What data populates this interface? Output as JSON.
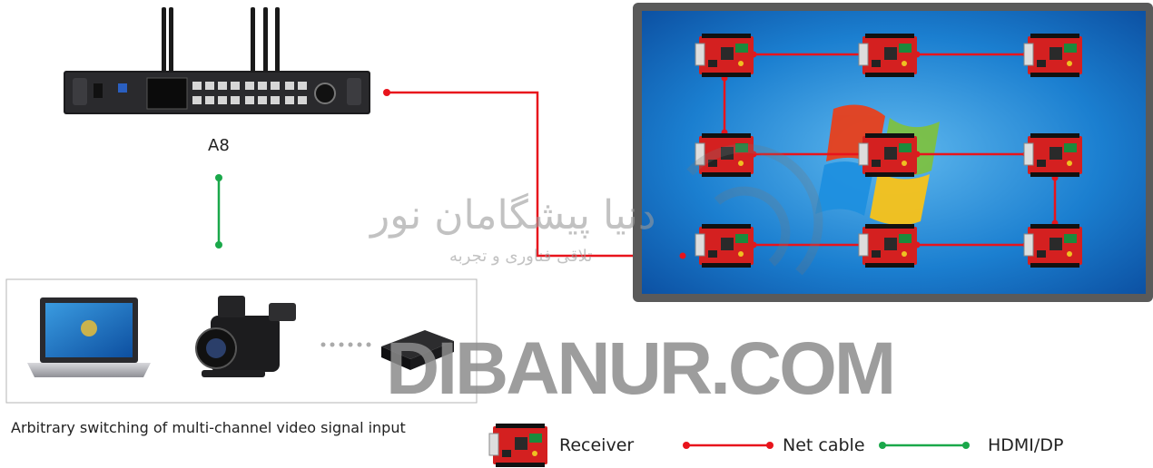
{
  "controller": {
    "label": "A8"
  },
  "sources": {
    "caption": "Arbitrary switching of multi-channel video signal input"
  },
  "legend": {
    "receiver_label": "Receiver",
    "net_cable_label": "Net cable",
    "hdmi_label": "HDMI/DP"
  },
  "watermark": {
    "domain": "DIBANUR.COM",
    "farsi_title": "دنیا پیشگامان نور",
    "farsi_subtitle": "تلاقی فناوری و تجربه"
  },
  "colors": {
    "net_cable": "#e8141c",
    "hdmi": "#1aa84a",
    "receiver_board": "#d42020",
    "screen_frame": "#5a5a5a",
    "screen_sky": "#1a7ad0"
  },
  "icons": {
    "controller": "video-processor-icon",
    "laptop": "laptop-icon",
    "camcorder": "camcorder-icon",
    "set_top_box": "media-box-icon",
    "receiver": "receiving-card-icon",
    "screen": "led-display-icon"
  }
}
